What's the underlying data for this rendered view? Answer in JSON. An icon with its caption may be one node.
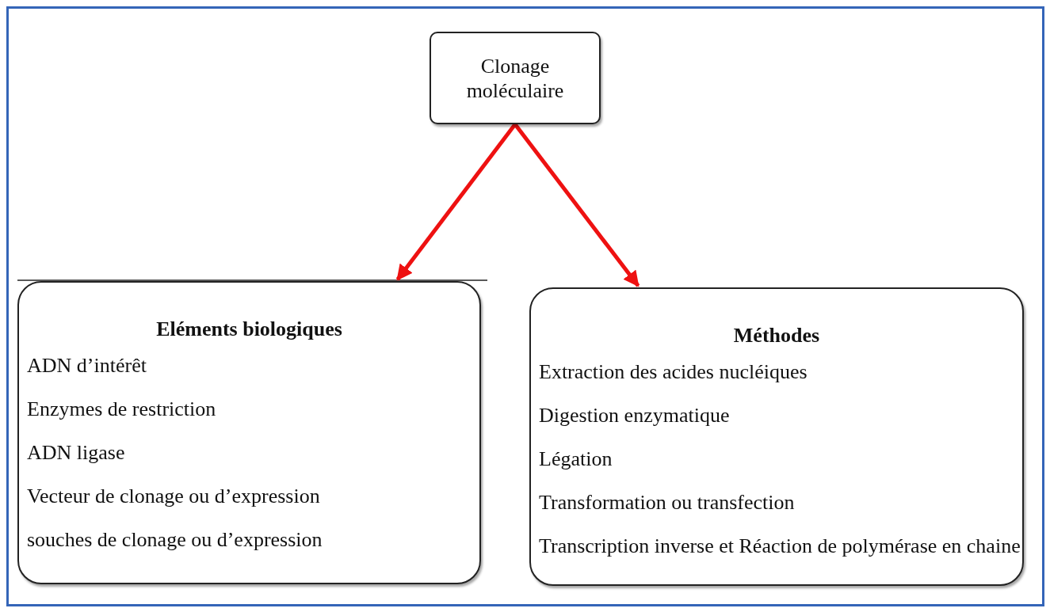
{
  "diagram": {
    "nodes": [
      {
        "text": [
          "Clonage moléculaire"
        ]
      },
      {
        "text": [
          "Eléments biologiques",
          "ADN d’intérêt",
          "Enzymes de restriction",
          "ADN ligase",
          "Vecteur de clonage ou d’expression",
          "souches de clonage ou d’expression"
        ]
      },
      {
        "text": [
          "Méthodes",
          "Extraction des acides nucléiques",
          "Digestion enzymatique",
          "Légation",
          "Transformation ou transfection",
          "Transcription inverse et Réaction de polymérase en chaine"
        ]
      }
    ],
    "edges": [
      {
        "from": 0,
        "to": 1,
        "arrow": "to"
      },
      {
        "from": 0,
        "to": 2,
        "arrow": "to"
      }
    ]
  }
}
